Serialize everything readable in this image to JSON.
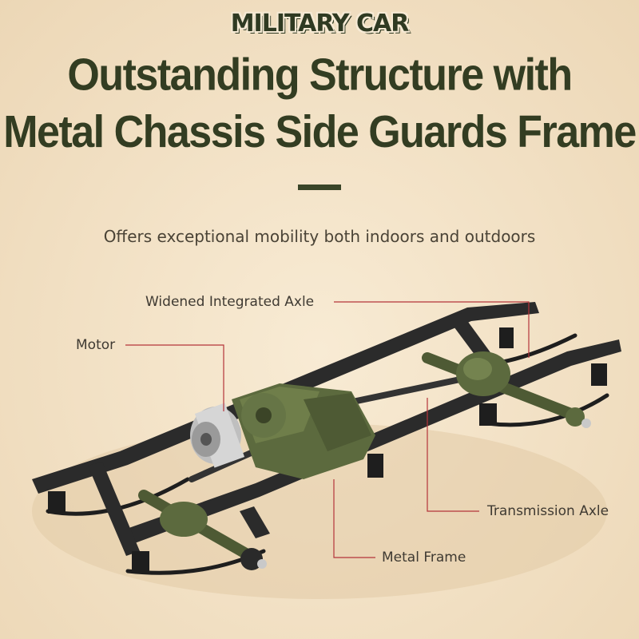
{
  "brand": {
    "logo_text": "MILITARY CAR"
  },
  "headline": {
    "line1": "Outstanding Structure with",
    "line2": "Metal Chassis Side Guards Frame"
  },
  "subtitle": "Offers exceptional mobility both indoors and outdoors",
  "callouts": {
    "axle": "Widened Integrated Axle",
    "motor": "Motor",
    "transmission": "Transmission Axle",
    "frame": "Metal Frame"
  },
  "colors": {
    "background": "#f3e3c8",
    "headline": "#333d22",
    "leader_line": "#b5343a",
    "chassis": "#2a2a2a",
    "gear_housing": "#5c6a3e"
  }
}
